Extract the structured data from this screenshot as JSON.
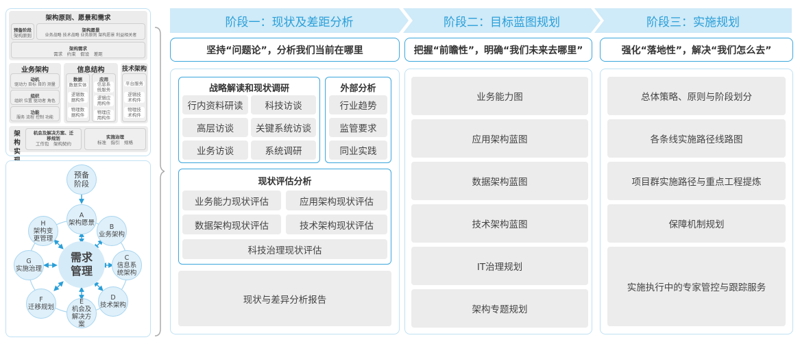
{
  "left_top": {
    "title": "架构原则、愿景和需求",
    "prep": {
      "title": "预备阶段",
      "items": "架构原则"
    },
    "vision": {
      "title": "架构愿景",
      "items": "业务战略 技术战略 业务原则 架构愿景 利益相关者"
    },
    "req": {
      "title": "架构需求",
      "items": "需求　约束　假设　差距"
    },
    "biz": {
      "title": "业务架构",
      "groups": [
        {
          "title": "动机",
          "items": "驱动力 目标 目的 测量"
        },
        {
          "title": "组织",
          "items": "组织 位置 驱动者 角色"
        },
        {
          "title": "功能",
          "items": "服务 流程 控制 功能"
        }
      ]
    },
    "info": {
      "title": "信息结构",
      "data": {
        "title": "数据",
        "items": [
          "数据实体",
          "逻辑数据构件",
          "物理数据构件"
        ]
      },
      "app": {
        "title": "应用",
        "items": [
          "信息系统服务",
          "逻辑应用构件",
          "物理应用构件"
        ]
      }
    },
    "tech": {
      "title": "技术架构",
      "items": [
        "平台服务",
        "逻辑技术构件",
        "物理技术构件"
      ]
    },
    "impl": {
      "title": "架构实现",
      "opp": {
        "title": "机会及解决方案、迁移规划",
        "items": "工作包　架构契约"
      },
      "gov": {
        "title": "实施治理",
        "items": "标准　指引　规格"
      }
    }
  },
  "adm": {
    "center": "需求管理",
    "prep": "预备阶段",
    "phases": [
      {
        "letter": "A",
        "label": "架构愿景"
      },
      {
        "letter": "B",
        "label": "业务架构"
      },
      {
        "letter": "C",
        "label": "信息系统架构"
      },
      {
        "letter": "D",
        "label": "技术架构"
      },
      {
        "letter": "E",
        "label": "机会及解决方案"
      },
      {
        "letter": "F",
        "label": "迁移规划"
      },
      {
        "letter": "G",
        "label": "实施治理"
      },
      {
        "letter": "H",
        "label": "架构变更管理"
      }
    ]
  },
  "stages": [
    {
      "title": "阶段一：现状及差距分析",
      "subtitle": "坚持“问题论”，分析我们当前在哪里"
    },
    {
      "title": "阶段二：目标蓝图规划",
      "subtitle": "把握“前瞻性”，明确“我们未来去哪里”"
    },
    {
      "title": "阶段三：实施规划",
      "subtitle": "强化“落地性”，解决“我们怎么去”"
    }
  ],
  "stage1": {
    "strategy": {
      "title": "战略解读和现状调研",
      "items": [
        "行内资料研读",
        "科技访谈",
        "高层访谈",
        "关键系统访谈",
        "业务访谈",
        "系统调研"
      ]
    },
    "external": {
      "title": "外部分析",
      "items": [
        "行业趋势",
        "监管要求",
        "同业实践"
      ]
    },
    "assessment": {
      "title": "现状评估分析",
      "items": [
        "业务能力现状评估",
        "应用架构现状评估",
        "数据架构现状评估",
        "技术架构现状评估",
        "科技治理现状评估"
      ]
    },
    "report": "现状与差异分析报告"
  },
  "stage2": {
    "items": [
      "业务能力图",
      "应用架构蓝图",
      "数据架构蓝图",
      "技术架构蓝图",
      "IT治理规划",
      "架构专题规划"
    ]
  },
  "stage3": {
    "items": [
      "总体策略、原则与阶段划分",
      "各条线实施路径线路图",
      "项目群实施路径与重点工程提炼",
      "保障机制规划",
      "实施执行中的专家管控与跟踪服务"
    ]
  },
  "colors": {
    "accent": "#2a9fd8",
    "header_bg": "#cfeaf8",
    "border": "#3aa6dc",
    "cell": "#ececec"
  }
}
